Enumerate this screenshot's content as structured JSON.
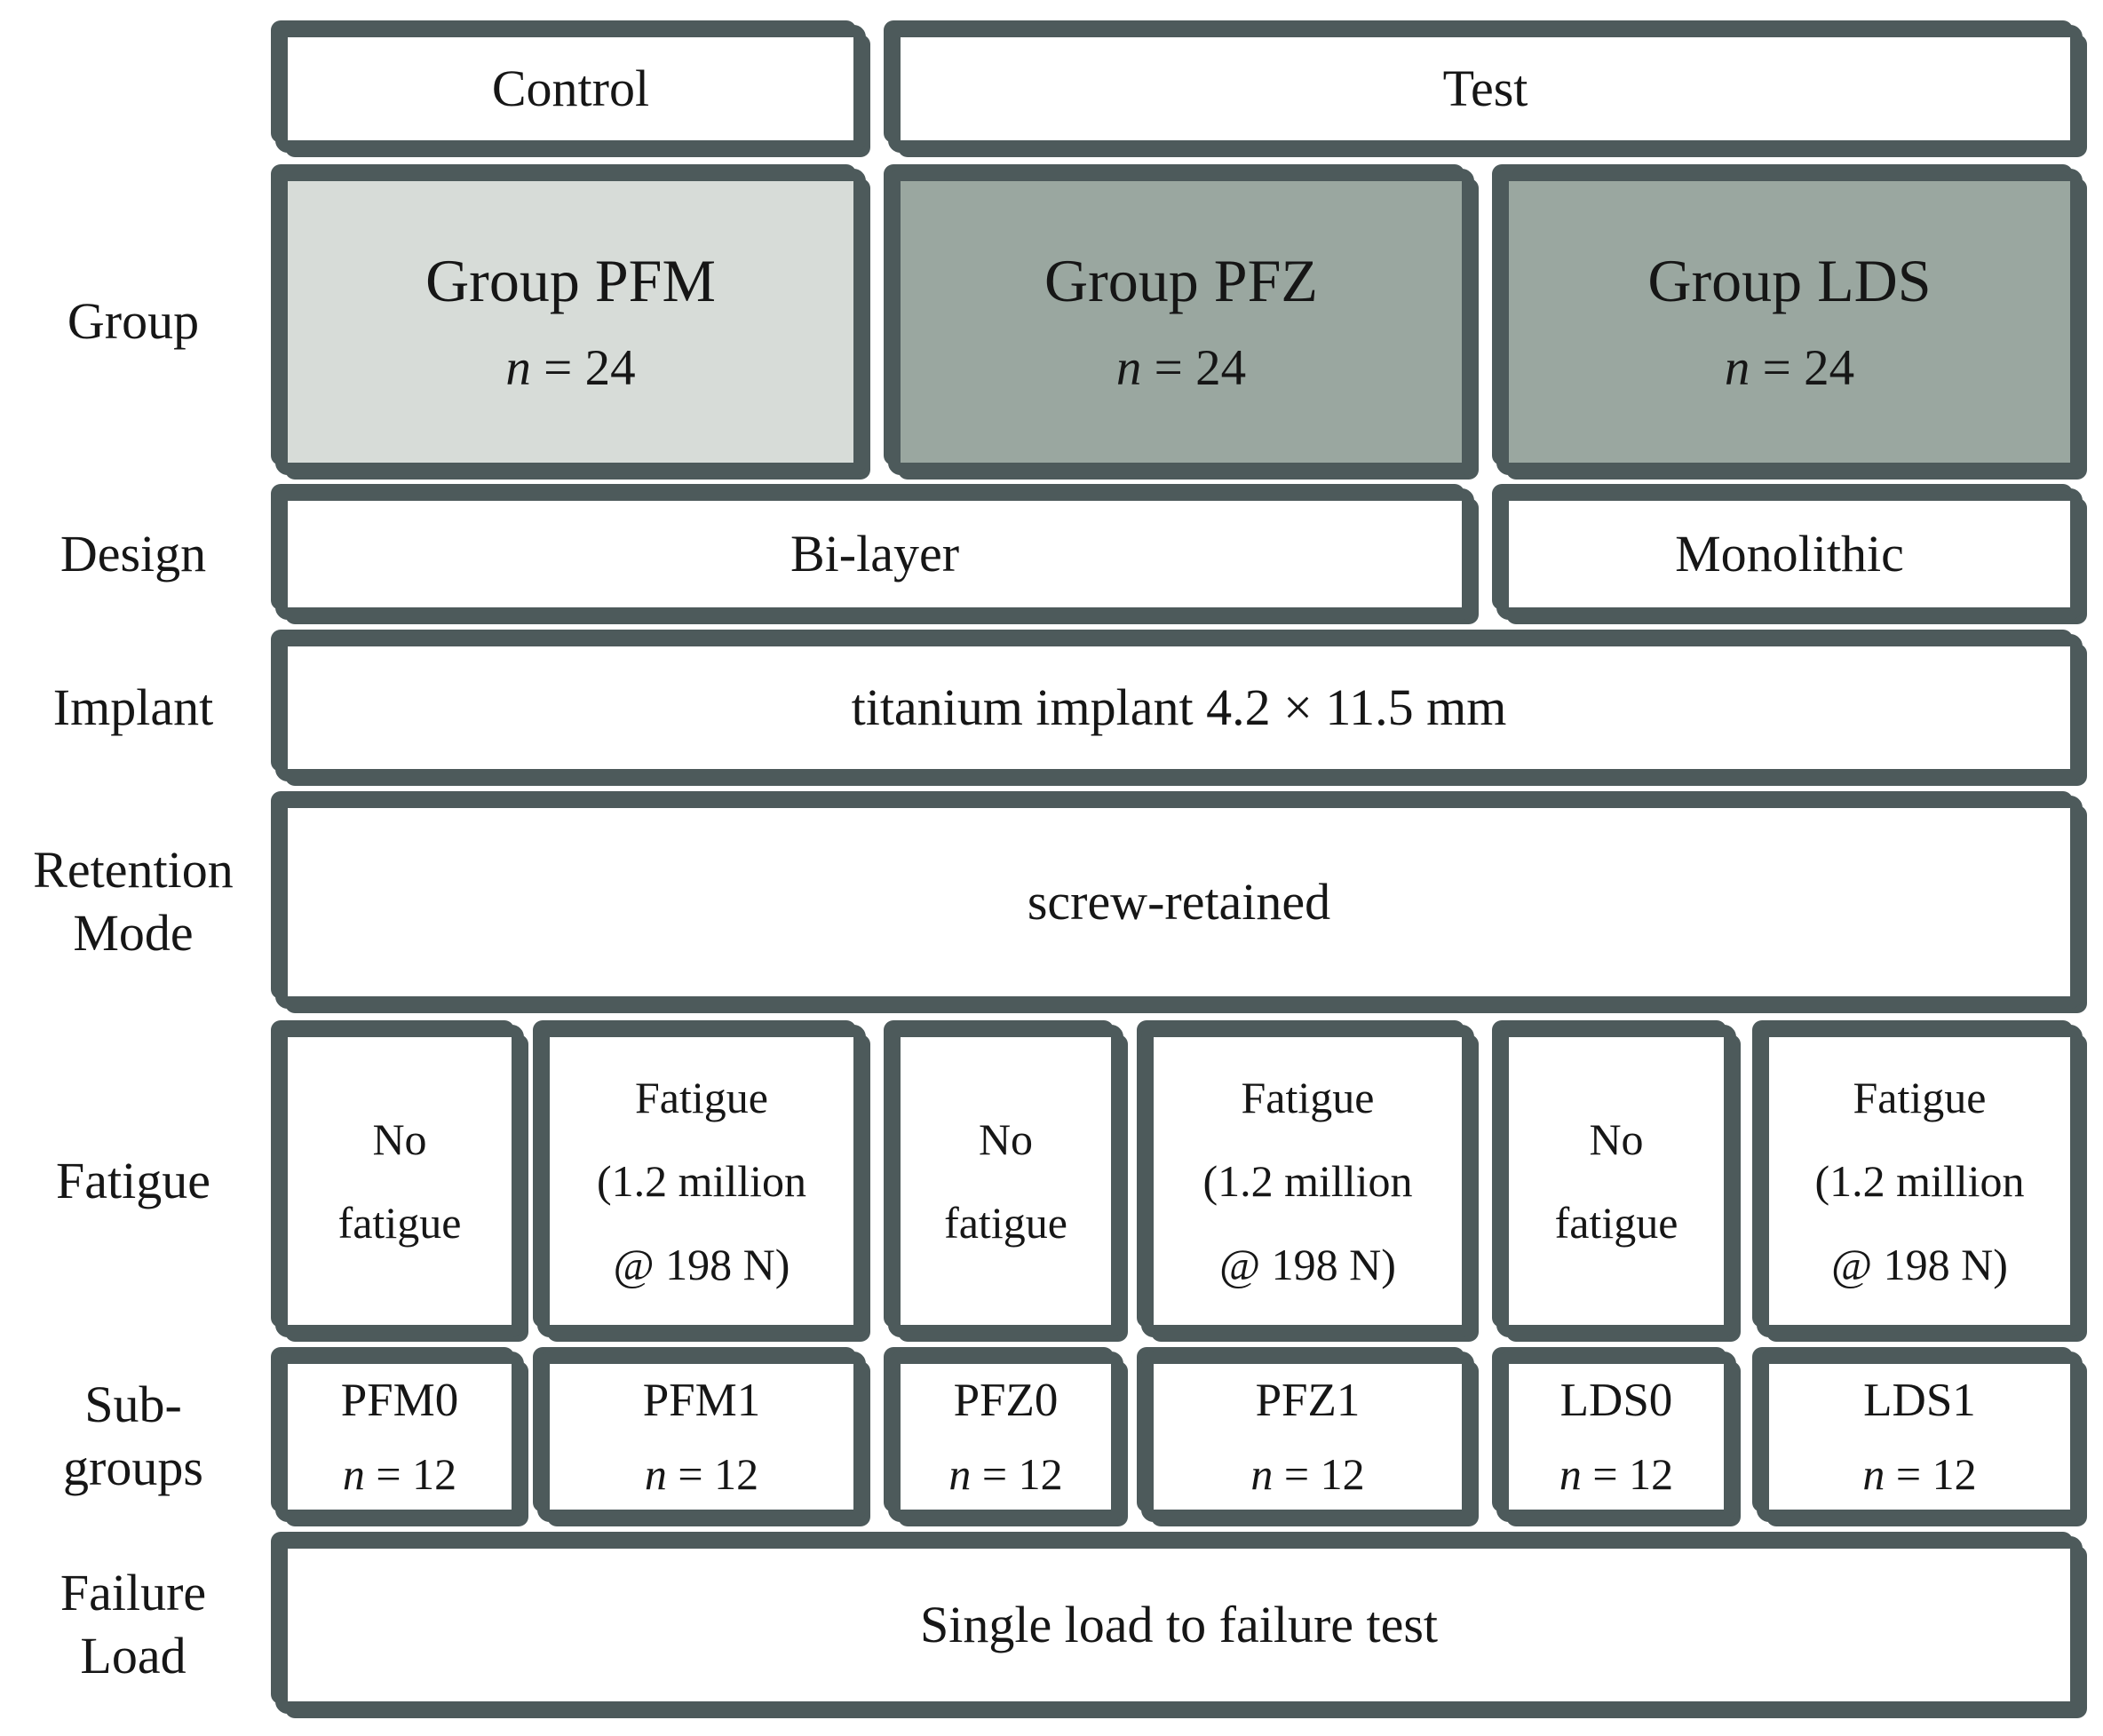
{
  "palette": {
    "border": "#4d5a5b",
    "fill_light": "#d7dcd8",
    "fill_medium": "#9aa7a0",
    "text": "#161616",
    "background": "#ffffff"
  },
  "row_labels": {
    "group": "Group",
    "design": "Design",
    "implant": "Implant",
    "retention_line1": "Retention",
    "retention_line2": "Mode",
    "fatigue": "Fatigue",
    "subgroups_line1": "Sub-",
    "subgroups_line2": "groups",
    "failure_line1": "Failure",
    "failure_line2": "Load"
  },
  "header": {
    "control": "Control",
    "test": "Test"
  },
  "groups": [
    {
      "title": "Group PFM",
      "n_var": "n",
      "n_eq": "= 24"
    },
    {
      "title": "Group PFZ",
      "n_var": "n",
      "n_eq": "= 24"
    },
    {
      "title": "Group LDS",
      "n_var": "n",
      "n_eq": "= 24"
    }
  ],
  "design": {
    "bilayer": "Bi-layer",
    "monolithic": "Monolithic"
  },
  "implant": {
    "text": "titanium implant 4.2 × 11.5 mm"
  },
  "retention": {
    "text": "screw-retained"
  },
  "fatigue_cells": [
    {
      "line1": "No",
      "line2": "fatigue"
    },
    {
      "line1": "Fatigue",
      "line2": "(1.2 million",
      "line3": "@ 198 N)"
    },
    {
      "line1": "No",
      "line2": "fatigue"
    },
    {
      "line1": "Fatigue",
      "line2": "(1.2 million",
      "line3": "@ 198 N)"
    },
    {
      "line1": "No",
      "line2": "fatigue"
    },
    {
      "line1": "Fatigue",
      "line2": "(1.2 million",
      "line3": "@ 198 N)"
    }
  ],
  "subgroups": [
    {
      "code": "PFM0",
      "n_var": "n",
      "n_eq": "= 12"
    },
    {
      "code": "PFM1",
      "n_var": "n",
      "n_eq": "= 12"
    },
    {
      "code": "PFZ0",
      "n_var": "n",
      "n_eq": "= 12"
    },
    {
      "code": "PFZ1",
      "n_var": "n",
      "n_eq": "= 12"
    },
    {
      "code": "LDS0",
      "n_var": "n",
      "n_eq": "= 12"
    },
    {
      "code": "LDS1",
      "n_var": "n",
      "n_eq": "= 12"
    }
  ],
  "failure": {
    "text": "Single load to failure test"
  }
}
